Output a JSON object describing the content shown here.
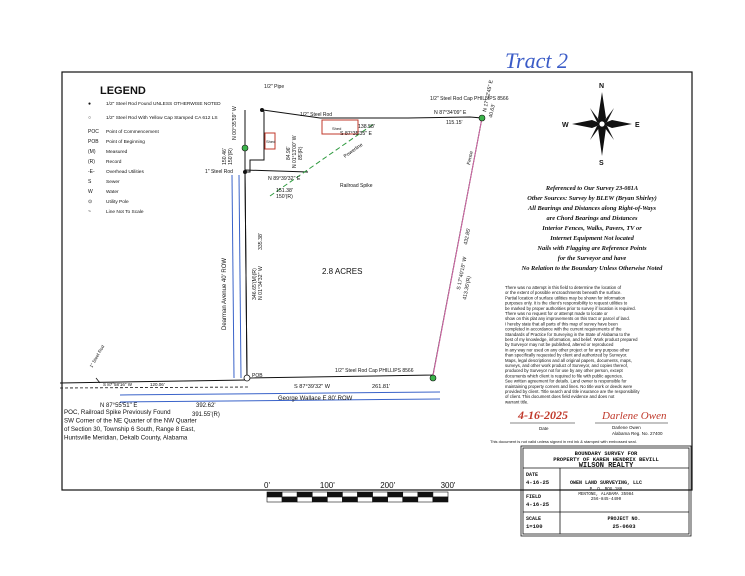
{
  "header": {
    "tract": "Tract 2"
  },
  "legend": {
    "title": "LEGEND",
    "items": [
      {
        "sym": "●",
        "text": "1/2\" Steel Rod Found UNLESS OTHERWISE NOTED"
      },
      {
        "sym": "○",
        "text": "1/2\" Steel Rod With Yellow Cap Stamped CA 612 LS"
      },
      {
        "sym": "POC",
        "text": "Point of Commencement"
      },
      {
        "sym": "POB",
        "text": "Point of Beginning"
      },
      {
        "sym": "(M)",
        "text": "Measured"
      },
      {
        "sym": "(R)",
        "text": "Record"
      },
      {
        "sym": "-E-",
        "text": "Overhead Utilities"
      },
      {
        "sym": "S",
        "text": "Sewer"
      },
      {
        "sym": "W",
        "text": "Water"
      },
      {
        "sym": "⊙",
        "text": "Utility Pole"
      },
      {
        "sym": "~",
        "text": "Line Not To Scale"
      }
    ]
  },
  "labels": {
    "pipe_top": "1/2\" Pipe",
    "steel_rod_top": "1/2\" Steel Rod",
    "cap_ne": "1/2\" Steel Rod Cap PHILLIPS 8566",
    "steel_rod_mid": "1\" Steel Rod",
    "railroad_spike": "Railroad Spike",
    "shed": "Shed",
    "shed2": "Shed",
    "powerline": "Powerline",
    "fence": "Fence",
    "cap_se": "1/2\" Steel Rod Cap PHILLIPS 8566",
    "pob": "POB",
    "steel_rod_sw": "1\" Steel Rod",
    "area": "2.8 ACRES",
    "road_w": "Dearman Avenue 40' ROW",
    "road_s": "George Wallace E 80' ROW"
  },
  "bearings": {
    "b_n0035_w": "N 00°35'59\" W",
    "b_150_46": "150.46'",
    "b_150_r": "150'(R)",
    "b_n8734": "N 87°34'09\" E",
    "b_115": "115.15'",
    "b_138": "138.58'",
    "b_s8735": "S 87°35'35\" E",
    "b_n1742": "N 17°42'45\" E",
    "b_40": "40.63'",
    "b_8496": "84.96'",
    "b_n0113": "N 01°13'00\" W",
    "b_85r": "85'(R)",
    "b_n8939": "N 89°39'32\" E",
    "b_151": "151.38'",
    "b_150r2": "150'(R)",
    "b_n0134": "N 01°34'32\" W",
    "b_335": "335.38'",
    "b_346": "346.65'(M)(R)",
    "b_s1740": "S 17°40'15\" W",
    "b_432": "432.85'",
    "b_413": "413.35'(R)",
    "b_s8739": "S 87°39'32\" W",
    "b_261": "261.81'",
    "b_n8755": "N 87°55'51\" E",
    "b_392": "392.62'",
    "b_s8758": "S 87°58'16\" W",
    "b_120": "120.06'",
    "b_391r": "391.55'(R)"
  },
  "poc_note": [
    "POC, Railroad Spike Previously Found",
    "SW Corner of the NE Quarter of the NW Quarter",
    "of Section 30, Township 6 South, Range 8 East,",
    "Huntsville Meridian, Dekalb County, Alabama"
  ],
  "reference_note": [
    "Referenced to Our Survey 23-081A",
    "Other Sources: Survey by BLEW (Bryan Shirley)",
    "All Bearings and Distances along Right-of-Ways",
    "are Chord Bearings and Distances",
    "Interior Fences, Walks, Pavers, TV or",
    "Internet Equipment Not located",
    "Nails with Flagging are Reference Points",
    "for the Surveyor and have",
    "No Relation to the Boundary Unless Otherwise Noted"
  ],
  "cert_text": [
    "There was no attempt in this field to determine the location of",
    "or the extent of possible encroachments beneath the surface.",
    "Partial location of surface utilities may be shown for information",
    "purposes only. It is the client's responsibility to request utilities to",
    "be marked by proper authorities prior to survey if location is required.",
    "There was no request for or attempt made to locate or",
    "show on this plat any improvements on this tract or parcel of land.",
    "I hereby state that all parts of this map of survey have been",
    "completed in accordance with the current requirements of the",
    "Standards of Practice for Surveying in the State of Alabama to the",
    "best of my knowledge, information, and belief. Work product prepared",
    "by Surveyor may not be published, altered or reproduced",
    "in any way nor used on any other project or for any purpose other",
    "than specifically requested by client and authorized by Surveyor.",
    "Maps, legal descriptions and all original papers, documents, maps,",
    "surveys, and other work product of Surveyor, and copies thereof,",
    "produced by Surveyor not for use by any other person, except",
    "documents which client is required to file with public agencies.",
    "See written agreement for details. Land owner is responsible for",
    "maintaining property corners and lines. No title work or deeds were",
    "provided by client. Title search and title insurance are the responsibility",
    "of client. This document does field evidence and does not",
    "warrant title."
  ],
  "signature": {
    "date_hand": "4-16-2025",
    "name_hand": "Darlene Owen",
    "date_label": "Date",
    "name": "Darlene Owen",
    "reg": "Alabama Reg. No. 27400"
  },
  "seal_note": "This document is not valid unless signed in red ink & stamped with embossed seal.",
  "title_block": {
    "line1": "BOUNDARY SURVEY FOR",
    "line2": "PROPERTY OF KAREN HENDRIX BEVILL",
    "line3": "WILSON REALTY",
    "date_label": "DATE",
    "date": "4-16-25",
    "field_label": "FIELD",
    "field": "4-16-25",
    "scale_label": "SCALE",
    "scale": "1=100",
    "company": "OWEN LAND SURVEYING, LLC",
    "addr1": "P. O. BOX 188",
    "addr2": "MENTONE, ALABAMA 35984",
    "phone": "256-845-4400",
    "project_label": "PROJECT NO.",
    "project": "25-0603"
  },
  "scale_bar": {
    "ticks": [
      "0'",
      "100'",
      "200'",
      "300'"
    ]
  },
  "north_arrow": {
    "n": "N",
    "s": "S",
    "e": "E",
    "w": "W"
  }
}
